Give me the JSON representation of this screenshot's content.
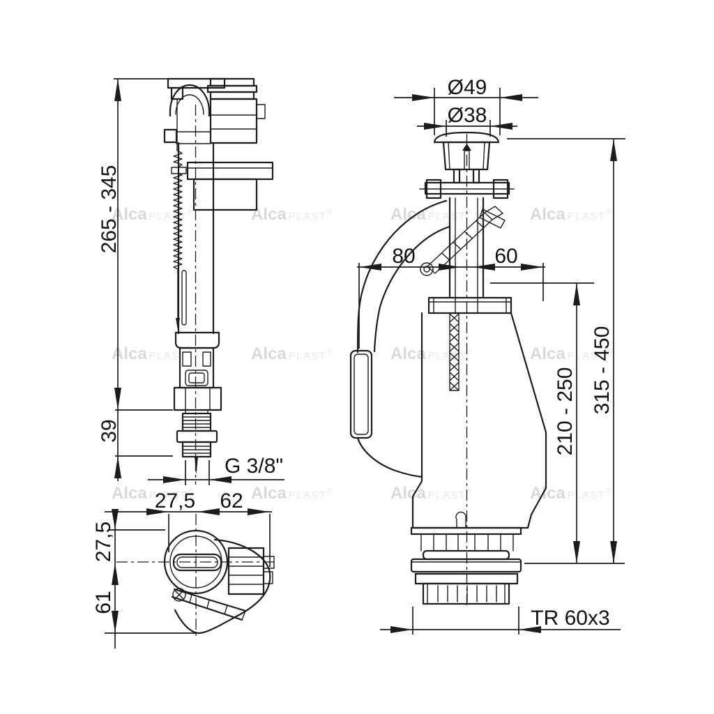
{
  "watermark": {
    "alca": "Alca",
    "plast": "PLAST",
    "reg": "®"
  },
  "fill_valve": {
    "overall_height": "265 - 345",
    "shank_height": "39",
    "thread": "G 3/8\"",
    "top_view": {
      "width_left": "27,5",
      "width_right": "62",
      "depth_top": "27,5",
      "depth_bottom": "61"
    }
  },
  "flush_valve": {
    "button_outer_diameter": "Ø49",
    "button_inner_diameter": "Ø38",
    "left_offset": "80",
    "right_offset": "60",
    "tube_adjust_range": "210 - 250",
    "overall_height_range": "315 - 450",
    "base_thread": "TR 60x3"
  },
  "colors": {
    "line": "#1c1c1c",
    "dimension_text": "#111111",
    "watermark_bold": "#d9d9d9",
    "watermark_light": "#e9e9e9",
    "background": "#ffffff"
  }
}
